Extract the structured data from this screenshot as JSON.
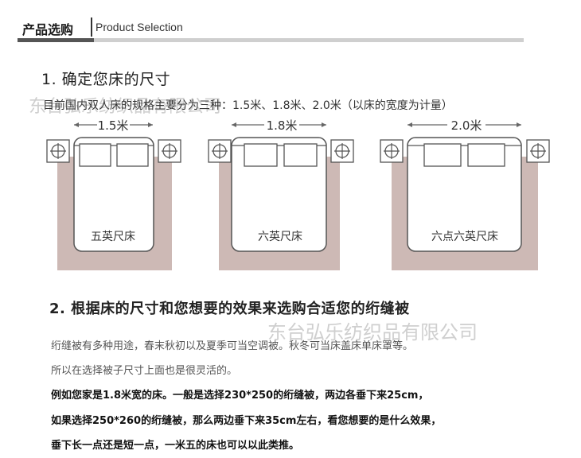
{
  "header": {
    "title_cn": "产品选购",
    "title_en": "Product Selection"
  },
  "section1": {
    "title": "1. 确定您床的尺寸",
    "intro": "目前国内双人床的规格主要分为三种：1.5米、1.8米、2.0米（以床的宽度为计量）",
    "watermark": "东台弘乐纺织品有限公司",
    "beds": [
      {
        "width_label": "1.5米",
        "name": "五英尺床"
      },
      {
        "width_label": "1.8米",
        "name": "六英尺床"
      },
      {
        "width_label": "2.0米",
        "name": "六点六英尺床"
      }
    ]
  },
  "section2": {
    "title": "2. 根据床的尺寸和您想要的效果来选购合适您的绗缝被",
    "watermark": "东台弘乐纺织品有限公司",
    "paragraphs": [
      "绗缝被有多种用途，春末秋初以及夏季可当空调被。秋冬可当床盖床单床罩等。",
      "所以在选择被子尺寸上面也是很灵活的。",
      "例如您家是1.8米宽的床。一般是选择230*250的绗缝被，两边各垂下来25cm，",
      "如果选择250*260的绗缝被，那么两边垂下来35cm左右，看您想要的是什么效果，",
      "垂下长一点还是短一点，一米五的床也可以以此类推。"
    ]
  },
  "colors": {
    "quilt": "#cdb9b5",
    "line": "#666666",
    "header_rule": "#cfcfcf"
  }
}
